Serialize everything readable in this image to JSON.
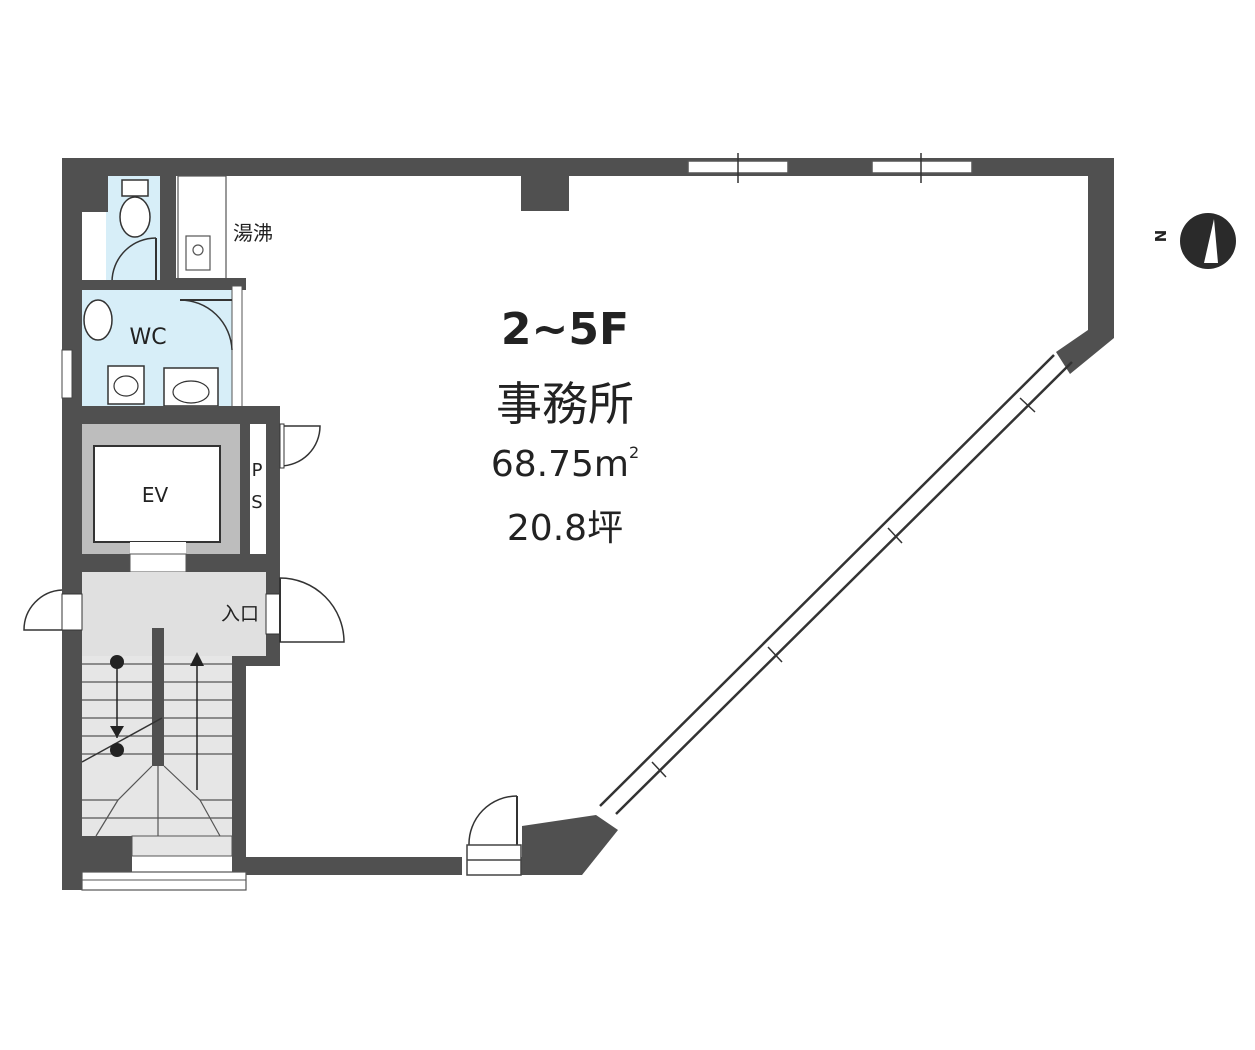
{
  "plan": {
    "floor": "2~5F",
    "room_type": "事務所",
    "area_m2": "68.75",
    "area_unit": "m",
    "area_unit_sup": "2",
    "area_tsubo": "20.8坪"
  },
  "rooms": {
    "kitchenette": "湯沸",
    "toilet": "WC",
    "elevator": "EV",
    "ps_top": "P",
    "ps_bottom": "S",
    "entrance": "入口"
  },
  "compass": {
    "north": "N"
  },
  "colors": {
    "wall": "#505050",
    "wc_fill": "#d7eef8",
    "shaft_fill": "#bdbdbd",
    "hall_fill": "#e0e0e0",
    "stair_fill": "#e6e6e6",
    "line": "#333333"
  }
}
